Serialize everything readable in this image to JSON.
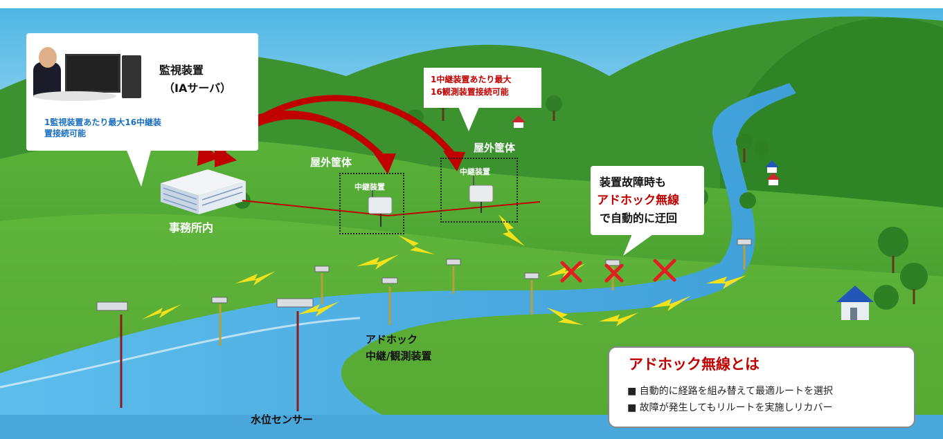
{
  "monitor": {
    "title_line1": "監視装置",
    "title_line2": "（IAサーバ）",
    "capacity_note_line1": "1監視装置あたり最大16中継装",
    "capacity_note_line2": "置接続可能"
  },
  "relay_capacity_note": {
    "line1": "1中継装置あたり最大",
    "line2": "16観測装置接続可能"
  },
  "enclosures": [
    {
      "label": "屋外筐体",
      "device": "中継装置"
    },
    {
      "label": "屋外筐体",
      "device": "中継装置"
    }
  ],
  "office_label": "事務所内",
  "fault_bubble": {
    "line1": "装置故障時も",
    "line2_highlight": "アドホック無線",
    "line3": "で自動的に迂回"
  },
  "adhoc_label": {
    "line1": "アドホック",
    "line2": "中継/観測装置"
  },
  "sensor_label": "水位センサー",
  "info_box": {
    "title": "アドホック無線とは",
    "items": [
      "■ 自動的に経路を組み替えて最適ルートを選択",
      "■ 故障が発生してもリルートを実施しリカバー"
    ]
  },
  "colors": {
    "sky": "#6cc4e8",
    "hill": "#3f9a2e",
    "river": "#5bb8e8",
    "arrow": "#c00000",
    "monitor_note": "#1b6fc2",
    "relay_note": "#c00000",
    "lightning": "#f2e21b"
  }
}
